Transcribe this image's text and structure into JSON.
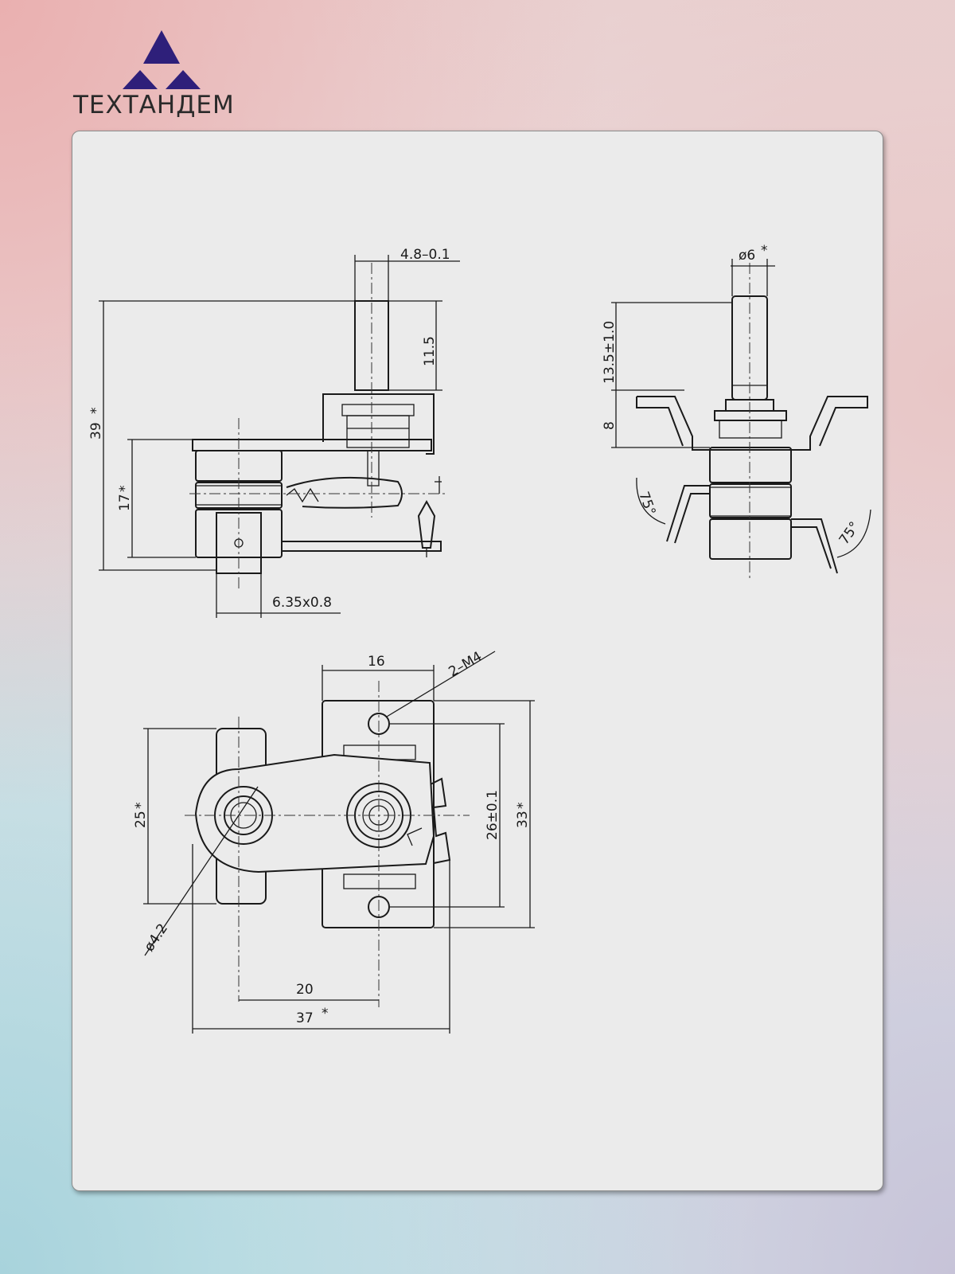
{
  "brand": {
    "name": "ТЕХТАНДЕМ",
    "logo_color": "#2e1f7a"
  },
  "drawing": {
    "side_view": {
      "dim_shaft_width": "4.8–0.1",
      "dim_shaft_length": "11.5",
      "dim_total_height": "39",
      "dim_body_height": "17",
      "dim_terminal": "6.35x0.8"
    },
    "front_view": {
      "dim_shaft_diameter": "ø6",
      "dim_shaft_height": "13.5±1.0",
      "dim_bracket_height": "8",
      "dim_angle_left": "75°",
      "dim_angle_right": "75°"
    },
    "top_view": {
      "dim_plate_width": "16",
      "dim_thread": "2–M4",
      "dim_hole_spacing": "26±0.1",
      "dim_plate_height": "33",
      "dim_body_width": "25",
      "dim_hole_diameter": "ø4.2",
      "dim_center_distance": "20",
      "dim_total_length": "37"
    },
    "star": "*"
  }
}
